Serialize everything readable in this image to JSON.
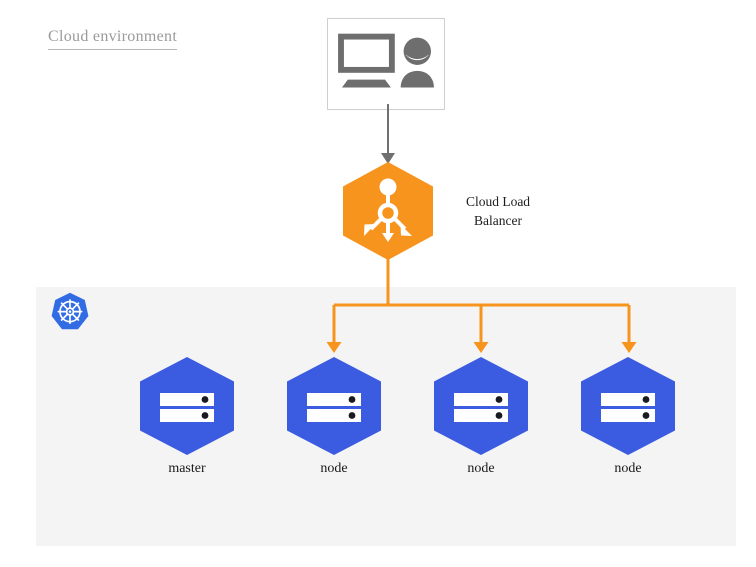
{
  "diagram": {
    "title": "Cloud environment",
    "colors": {
      "orange": "#F7941D",
      "blue": "#3B5BE0",
      "k8s_blue": "#326CE5",
      "gray_icon": "#6E6E6E",
      "panel_gray": "#F4F4F4",
      "box_border": "#CFCFCF",
      "title_gray": "#9A9A9A",
      "arrow_gray": "#707070"
    },
    "client": {
      "name": "client-box",
      "icons": [
        "monitor-icon",
        "user-icon"
      ]
    },
    "load_balancer": {
      "label_line1": "Cloud Load",
      "label_line2": "Balancer",
      "icon": "load-balancer-icon",
      "shape": "hexagon",
      "color": "#F7941D"
    },
    "cluster": {
      "logo": "kubernetes-icon",
      "nodes": [
        {
          "label": "master",
          "icon": "server-icon",
          "has_inbound_arrow": false
        },
        {
          "label": "node",
          "icon": "server-icon",
          "has_inbound_arrow": true
        },
        {
          "label": "node",
          "icon": "server-icon",
          "has_inbound_arrow": true
        },
        {
          "label": "node",
          "icon": "server-icon",
          "has_inbound_arrow": true
        }
      ]
    },
    "connectors": [
      {
        "from": "client-box",
        "to": "load-balancer",
        "color": "#707070",
        "style": "arrow-down"
      },
      {
        "from": "load-balancer",
        "to": "node-1",
        "color": "#F7941D",
        "style": "elbow-arrow-down"
      },
      {
        "from": "load-balancer",
        "to": "node-2",
        "color": "#F7941D",
        "style": "elbow-arrow-down"
      },
      {
        "from": "load-balancer",
        "to": "node-3",
        "color": "#F7941D",
        "style": "elbow-arrow-down"
      }
    ]
  }
}
